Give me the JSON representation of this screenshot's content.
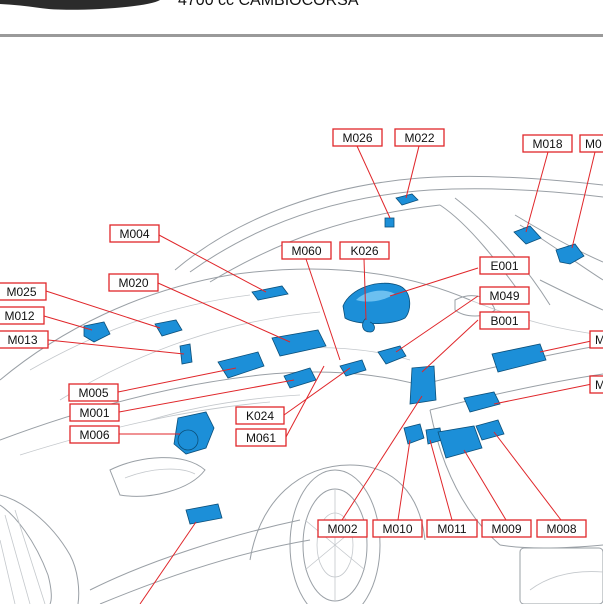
{
  "header": {
    "title": "4700 cc CAMBIOCORSA"
  },
  "labels": [
    {
      "id": "M026",
      "text": "M026"
    },
    {
      "id": "M022",
      "text": "M022"
    },
    {
      "id": "M018",
      "text": "M018"
    },
    {
      "id": "M0",
      "text": "M0"
    },
    {
      "id": "M004",
      "text": "M004"
    },
    {
      "id": "M060",
      "text": "M060"
    },
    {
      "id": "K026",
      "text": "K026"
    },
    {
      "id": "E001",
      "text": "E001"
    },
    {
      "id": "M020",
      "text": "M020"
    },
    {
      "id": "M049",
      "text": "M049"
    },
    {
      "id": "M025",
      "text": "M025"
    },
    {
      "id": "M012",
      "text": "M012"
    },
    {
      "id": "B001",
      "text": "B001"
    },
    {
      "id": "M013",
      "text": "M013"
    },
    {
      "id": "M_r1",
      "text": "M"
    },
    {
      "id": "M005",
      "text": "M005"
    },
    {
      "id": "M_r2",
      "text": "M"
    },
    {
      "id": "M001",
      "text": "M001"
    },
    {
      "id": "K024",
      "text": "K024"
    },
    {
      "id": "M006",
      "text": "M006"
    },
    {
      "id": "M061",
      "text": "M061"
    },
    {
      "id": "M002",
      "text": "M002"
    },
    {
      "id": "M010",
      "text": "M010"
    },
    {
      "id": "M011",
      "text": "M011"
    },
    {
      "id": "M009",
      "text": "M009"
    },
    {
      "id": "M008",
      "text": "M008"
    }
  ]
}
